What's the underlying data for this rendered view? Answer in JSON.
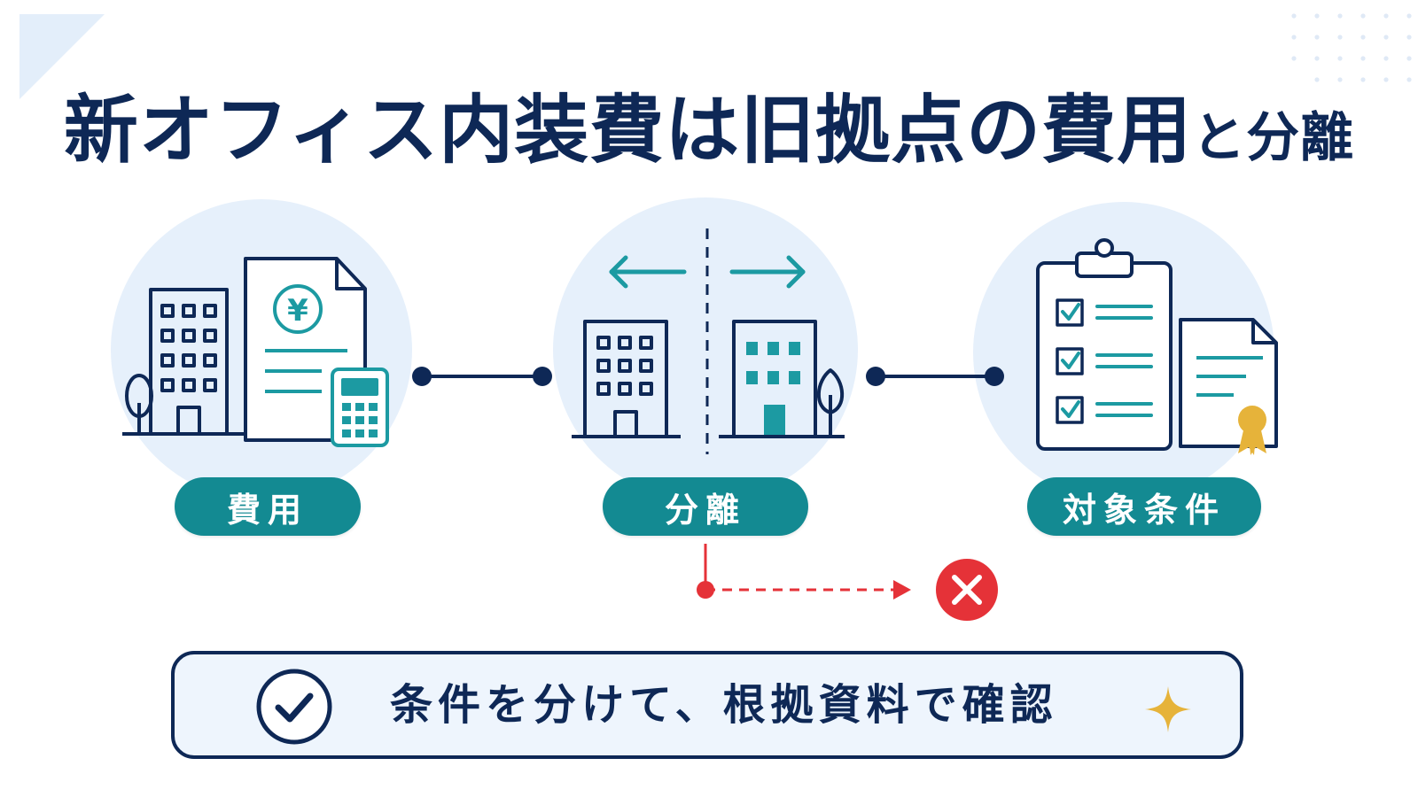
{
  "title": {
    "main": "新オフィス内装費は旧拠点の費用",
    "tail": "と分離"
  },
  "steps": [
    {
      "label": "費用"
    },
    {
      "label": "分離"
    },
    {
      "label": "対象条件"
    }
  ],
  "yen_symbol": "¥",
  "summary": {
    "text": "条件を分けて、根拠資料で確認"
  },
  "icons": [
    "office-building-icon",
    "invoice-document-icon",
    "calculator-icon",
    "separation-arrows-icon",
    "clipboard-checklist-icon",
    "certificate-icon",
    "error-x-icon",
    "check-circle-icon",
    "sparkle-icon"
  ],
  "colors": {
    "navy": "#0e2856",
    "teal": "#138a92",
    "teal_light": "#1c9aa2",
    "circle_bg": "#e6f0fb",
    "error_red": "#e53238",
    "gold": "#e6b33a"
  }
}
